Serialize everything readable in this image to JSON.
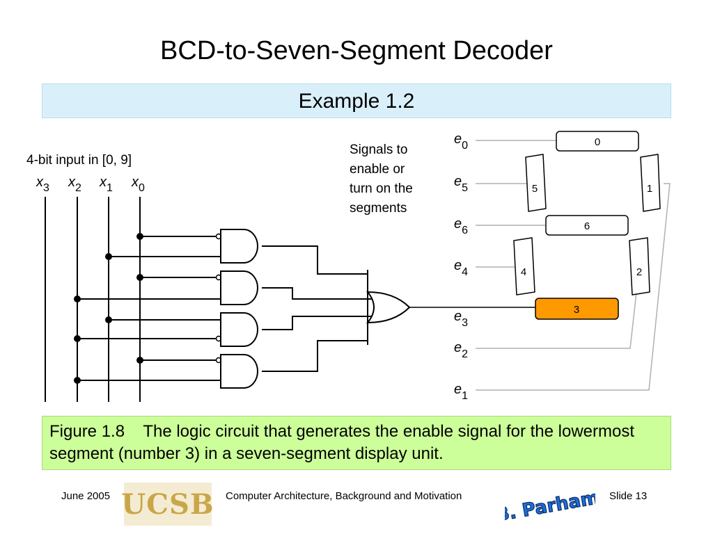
{
  "slide": {
    "title": "BCD-to-Seven-Segment Decoder",
    "banner": "Example 1.2"
  },
  "diagram": {
    "input_label": "4-bit input in [0, 9]",
    "inputs": [
      {
        "letter": "x",
        "sub": "3"
      },
      {
        "letter": "x",
        "sub": "2"
      },
      {
        "letter": "x",
        "sub": "1"
      },
      {
        "letter": "x",
        "sub": "0"
      }
    ],
    "signals_note": [
      "Signals to",
      "enable or",
      "turn on the",
      "segments"
    ],
    "enable_signals": [
      {
        "letter": "e",
        "sub": "0"
      },
      {
        "letter": "e",
        "sub": "5"
      },
      {
        "letter": "e",
        "sub": "6"
      },
      {
        "letter": "e",
        "sub": "4"
      },
      {
        "letter": "e",
        "sub": "3"
      },
      {
        "letter": "e",
        "sub": "2"
      },
      {
        "letter": "e",
        "sub": "1"
      }
    ],
    "segments": {
      "s0": "0",
      "s5": "5",
      "s1": "1",
      "s6": "6",
      "s4": "4",
      "s2": "2",
      "s3": "3"
    },
    "colors": {
      "highlight_segment": "#ff9900",
      "banner_bg": "#d9f0fb",
      "caption_bg": "#ccff99"
    }
  },
  "caption": {
    "figure": "Figure 1.8",
    "text": "The logic circuit that generates the enable signal for the lowermost segment (number 3) in a seven-segment display unit."
  },
  "footer": {
    "date": "June 2005",
    "logo_text": "UCSB",
    "course": "Computer Architecture, Background and Motivation",
    "author_logo": "B. Parhami",
    "slide_number": "Slide 13"
  }
}
